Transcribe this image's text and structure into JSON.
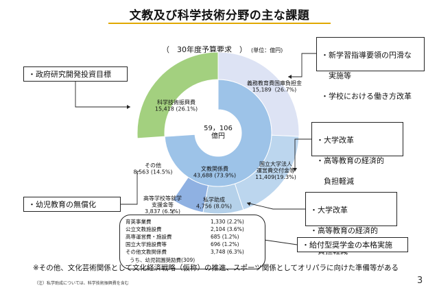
{
  "title": "文教及び科学技術分野の主な課題",
  "subtitle": "（　30年度予算要求　）",
  "unit": "(単位：億円)",
  "chart_data": {
    "type": "donut",
    "center_label": [
      "59，106",
      "億円"
    ],
    "outer": [
      {
        "label": "義務教育費国庫負担金",
        "value_text": "15,189（26.7%)",
        "value": 15189,
        "percent": 26.7,
        "color": "#dde3f4"
      },
      {
        "label": "国立大学法人\n運営費交付金等",
        "value_text": "11,409(19.3%)",
        "value": 11409,
        "percent": 19.3,
        "color": "#bcd6ee"
      },
      {
        "label": "私学助成",
        "value_text": "4,756 (8.0%)",
        "value": 4756,
        "percent": 8.0,
        "color": "#b5d1ea"
      },
      {
        "label": "高等学校等就学\n支援金等",
        "value_text": "3,837 (6.5%)",
        "value": 3837,
        "percent": 6.5,
        "color": "#8fb1e2"
      },
      {
        "label": "その他",
        "value_text": "8,563 (14.5%)",
        "value": 8563,
        "percent": 14.5,
        "color": "#ffffff"
      },
      {
        "label": "科学技術振興費",
        "value_text": "15,418 (26.1%)",
        "value": 15418,
        "percent": 26.1,
        "color": "#a3d07f"
      }
    ],
    "inner": {
      "label": "文教関係費",
      "value_text": "43,688 (73.9%)",
      "value": 43688,
      "percent": 73.9,
      "color": "#9dc3e8"
    }
  },
  "breakdown": [
    {
      "label": "育英事業費",
      "value": "1,330 (2.2%)"
    },
    {
      "label": "公立文教施設費",
      "value": "2,104 (3.6%)"
    },
    {
      "label": "高専運営費・施設費",
      "value": "685 (1.2%)"
    },
    {
      "label": "国立大学施設費等",
      "value": "696 (1.2%)"
    },
    {
      "label": "その他文教関係費",
      "value": "3,748 (6.3%)"
    },
    {
      "label": "うち、幼児就園奨励費(309)",
      "value": ""
    }
  ],
  "callouts": {
    "gov": "・政府研究開発投資目標",
    "basic": [
      "・新学習指導要領の円滑な",
      "　実施等",
      "・学校における働き方改革"
    ],
    "univ1": [
      "・大学改革",
      "・高等教育の経済的",
      "　負担軽減"
    ],
    "preschool": "・幼児教育の無償化",
    "univ2": [
      "・大学改革",
      "・高等教育の経済的",
      "　負担軽減"
    ],
    "scholar": "・給付型奨学金の本格実施"
  },
  "footnote": "※その他、文化芸術関係として文化経済戦略（仮称）の推進、スポーツ関係としてオリパラに向けた準備等がある",
  "subnote": "（注）私学助成については、科学技術振興費を含む",
  "page_number": "3"
}
